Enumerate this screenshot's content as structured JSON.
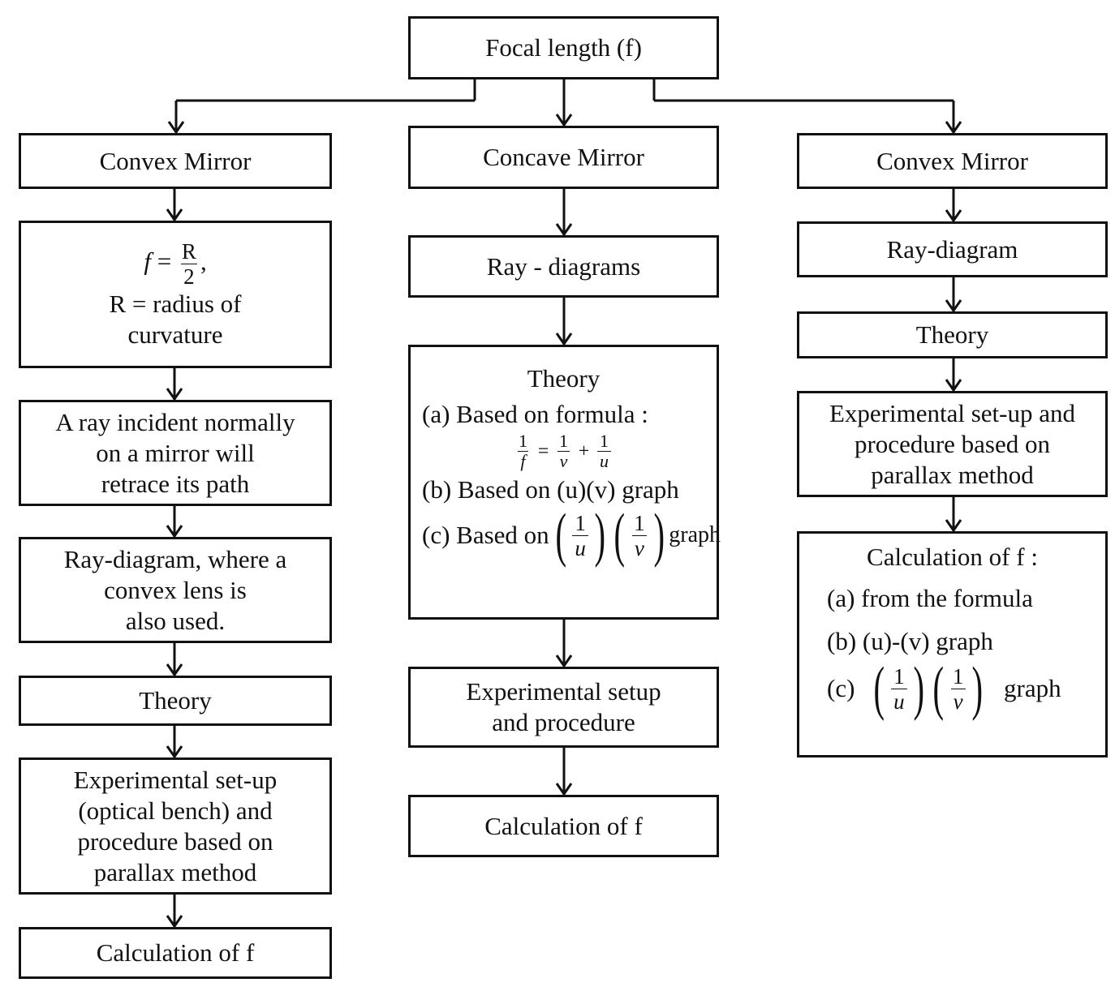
{
  "root": {
    "label": "Focal length (f)"
  },
  "col1": {
    "title": "Convex Mirror",
    "formula": {
      "lhs": "f",
      "eq": "=",
      "num": "R",
      "den": "2",
      "trail": ","
    },
    "formula_note": [
      "R = radius of",
      "curvature"
    ],
    "ray_text": [
      "A ray incident normally",
      "on a mirror will",
      "retrace its path"
    ],
    "raydiagram": [
      "Ray-diagram, where a",
      "convex lens is",
      "also used."
    ],
    "theory": "Theory",
    "setup": [
      "Experimental set-up",
      "(optical bench) and",
      "procedure based on",
      "parallax method"
    ],
    "calc": "Calculation of f"
  },
  "col2": {
    "title": "Concave Mirror",
    "raydiagrams": "Ray - diagrams",
    "theory": {
      "heading": "Theory",
      "a": "(a) Based on formula :",
      "formula": {
        "one": "1",
        "f": "f",
        "v": "v",
        "u": "u",
        "eq": "=",
        "plus": "+"
      },
      "b": "(b) Based on (u)(v) graph",
      "c_prefix": "(c) Based on",
      "c_suffix": "graph",
      "one": "1",
      "u": "u",
      "v": "v"
    },
    "setup": [
      "Experimental setup",
      "and procedure"
    ],
    "calc": "Calculation of f"
  },
  "col3": {
    "title": "Convex Mirror",
    "raydiagram": "Ray-diagram",
    "theory": "Theory",
    "setup": [
      "Experimental set-up and",
      "procedure based on",
      "parallax method"
    ],
    "calc": {
      "heading": "Calculation of f :",
      "a": "(a) from the formula",
      "b": "(b) (u)-(v) graph",
      "c_prefix": "(c)",
      "c_suffix": "graph",
      "one": "1",
      "u": "u",
      "v": "v"
    }
  },
  "colors": {
    "line": "#111111",
    "background": "#ffffff"
  }
}
